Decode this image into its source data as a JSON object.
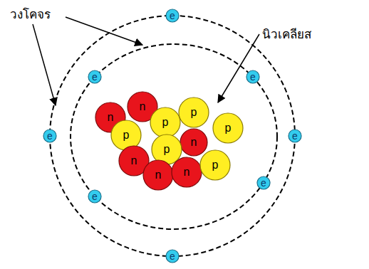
{
  "diagram": {
    "nodes": [
      {
        "text": [
          "e"
        ]
      },
      {
        "text": [
          "e"
        ]
      },
      {
        "text": [
          "e"
        ]
      },
      {
        "text": [
          "n"
        ]
      },
      {
        "text": [
          "n"
        ]
      },
      {
        "text": [
          "p"
        ]
      },
      {
        "text": [
          "p"
        ]
      },
      {
        "text": [
          "p"
        ]
      },
      {
        "text": [
          "p"
        ]
      },
      {
        "text": [
          "e"
        ]
      },
      {
        "text": [
          "e"
        ]
      },
      {
        "text": [
          "n"
        ]
      },
      {
        "text": [
          "p"
        ]
      },
      {
        "text": [
          "n"
        ]
      },
      {
        "text": [
          "n"
        ]
      },
      {
        "text": [
          "n"
        ]
      },
      {
        "text": [
          "p"
        ]
      },
      {
        "text": [
          "e"
        ]
      },
      {
        "text": [
          "e"
        ]
      },
      {
        "text": [
          "e"
        ]
      }
    ],
    "labels": [
      "วงโคจร",
      "นิวเคลียส"
    ]
  }
}
